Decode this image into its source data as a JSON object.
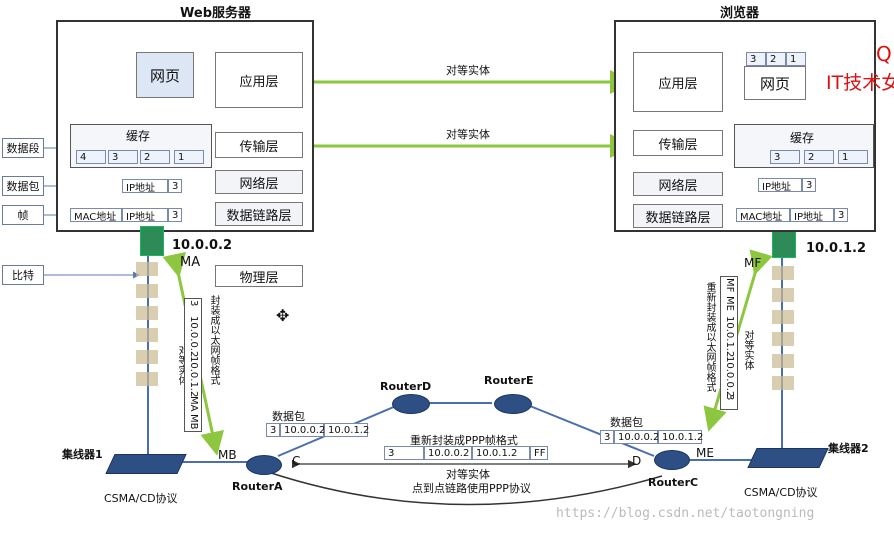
{
  "server": {
    "title": "Web服务器",
    "webpage": "网页",
    "cache": "缓存",
    "seg_nums": [
      "4",
      "3",
      "2",
      "1"
    ],
    "ip_label": "IP地址",
    "ip_num": "3",
    "mac_label": "MAC地址",
    "ip_label2": "IP地址",
    "mac_num": "3",
    "app": "应用层",
    "transport": "传输层",
    "network": "网络层",
    "datalink": "数据链路层",
    "physical": "物理层"
  },
  "browser": {
    "title": "浏览器",
    "page_nums": [
      "3",
      "2",
      "1"
    ],
    "webpage": "网页",
    "cache": "缓存",
    "seg_nums": [
      "3",
      "2",
      "1"
    ],
    "ip_label": "IP地址",
    "ip_num": "3",
    "mac_label": "MAC地址",
    "ip_label2": "IP地址",
    "mac_num": "3",
    "app": "应用层",
    "transport": "传输层",
    "network": "网络层",
    "datalink": "数据链路层"
  },
  "side_labels": {
    "segment": "数据段",
    "packet": "数据包",
    "frame": "帧",
    "bit": "比特"
  },
  "peer1": "对等实体",
  "peer2": "对等实体",
  "ip_left": "10.0.0.2",
  "ip_right": "10.0.1.2",
  "ma": "MA",
  "mb": "MB",
  "mf": "MF",
  "me": "ME",
  "c": "C",
  "d": "D",
  "left_vertical": {
    "encap": "封装成以太网帧格式",
    "peer": "对等实体",
    "frame": [
      "3",
      "10.0.0.2",
      "10.0.1.2",
      "MA",
      "MB"
    ]
  },
  "right_vertical": {
    "encap": "重新封装成以太网帧格式",
    "peer": "对等实体",
    "frame": [
      "MF",
      "ME",
      "10.0.1.2",
      "10.0.0.2",
      "3"
    ]
  },
  "packet_left": {
    "label": "数据包",
    "cells": [
      "3",
      "10.0.0.2",
      "10.0.1.2"
    ]
  },
  "packet_right": {
    "label": "数据包",
    "cells": [
      "3",
      "10.0.0.2",
      "10.0.1.2"
    ]
  },
  "ppp": {
    "label": "重新封装成PPP帧格式",
    "cells": [
      "3",
      "10.0.0.2",
      "10.0.1.2",
      "FF"
    ]
  },
  "peer_bottom": "对等实体",
  "p2p": "点到点链路使用PPP协议",
  "routers": {
    "a": "RouterA",
    "c": "RouterC",
    "d": "RouterD",
    "e": "RouterE"
  },
  "hub1": "集线器1",
  "hub2": "集线器2",
  "csma1": "CSMA/CD协议",
  "csma2": "CSMA/CD协议",
  "overlay": {
    "q": "Q",
    "it": "IT技术女"
  },
  "watermark": "https://blog.csdn.net/taotongning",
  "colors": {
    "green": "#8dc63f",
    "frame_line": "#444"
  }
}
